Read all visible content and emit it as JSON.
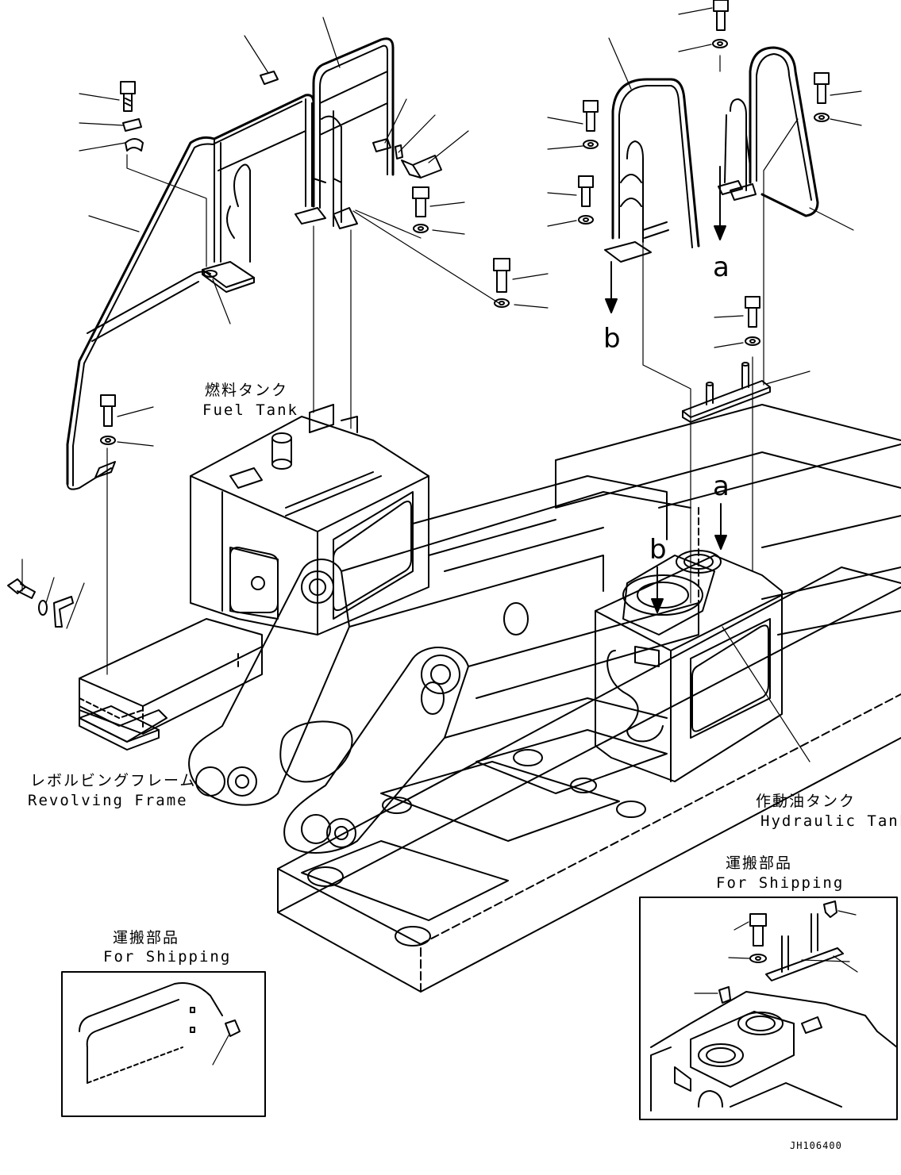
{
  "labels": {
    "fuel_tank_jp": "燃料タンク",
    "fuel_tank_en": "Fuel Tank",
    "revolving_frame_jp": "レボルビングフレーム",
    "revolving_frame_en": "Revolving Frame",
    "hydraulic_tank_jp": "作動油タンク",
    "hydraulic_tank_en": "Hydraulic Tank",
    "shipping_jp": "運搬部品",
    "shipping_en": "For Shipping",
    "arrow_a": "a",
    "arrow_b": "b",
    "drawing_number": "JH106400"
  },
  "colors": {
    "line": "#000000",
    "background": "#ffffff"
  }
}
